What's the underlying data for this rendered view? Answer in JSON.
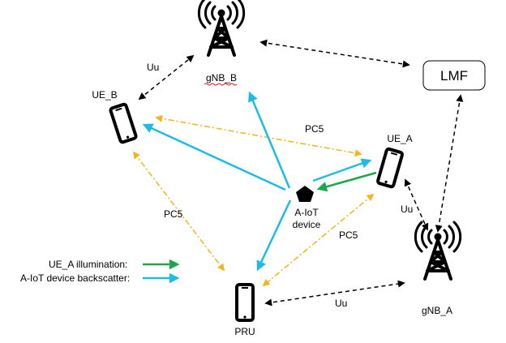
{
  "nodes": {
    "gnb_b": "gNB_B",
    "gnb_a": "gNB_A",
    "lmf": "LMF",
    "ue_b": "UE_B",
    "ue_a": "UE_A",
    "pru": "PRU",
    "aiot_line1": "A-IoT",
    "aiot_line2": "device"
  },
  "links": {
    "uu_b": "Uu",
    "uu_a": "Uu",
    "uu_pru": "Uu",
    "pc5_top": "PC5",
    "pc5_left": "PC5",
    "pc5_right": "PC5"
  },
  "legend": {
    "illumination": "UE_A illumination:",
    "backscatter": "A-IoT device backscatter:"
  },
  "colors": {
    "illumination": "#1aa84b",
    "backscatter": "#1ebbe6",
    "pc5": "#f2b51c",
    "uu": "#000000"
  },
  "icons": {
    "tower": "cell-tower-icon",
    "phone": "smartphone-icon",
    "aiot": "pentagon-icon"
  }
}
